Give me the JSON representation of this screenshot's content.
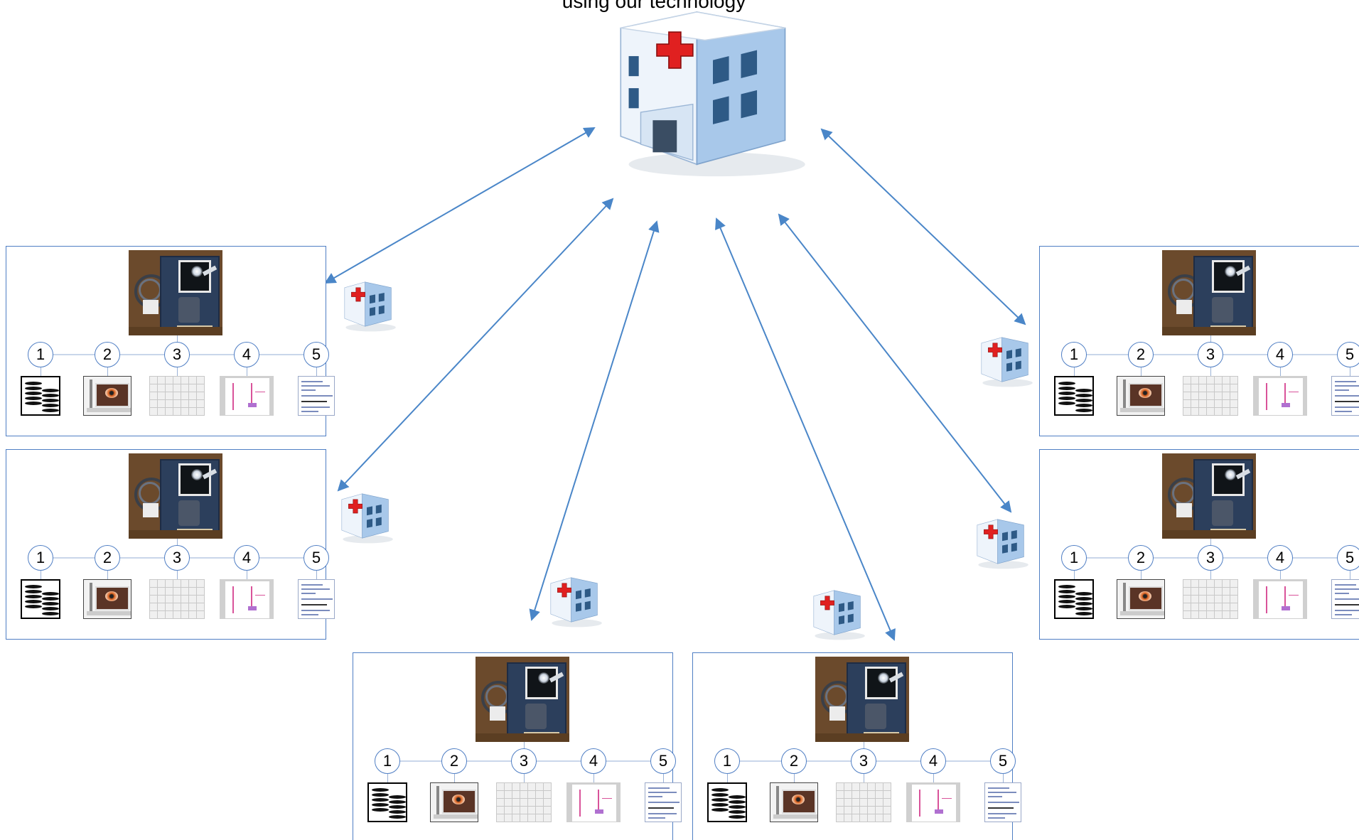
{
  "title": "using our technology",
  "icons": {
    "hospital": "hospital-building-icon",
    "device": "tms-device-photo",
    "step1": "coin-stack-icon",
    "step2": "eye-microscope-icon",
    "step3": "grid-sheet-icon",
    "step4": "chart-sheet-icon",
    "step5": "report-sheet-icon"
  },
  "colors": {
    "border": "#4f7ec4",
    "arrow": "#4a86c8",
    "cross": "#e02020"
  },
  "panels": [
    {
      "name": "panel-left-top",
      "steps": [
        "1",
        "2",
        "3",
        "4",
        "5"
      ]
    },
    {
      "name": "panel-left-middle",
      "steps": [
        "1",
        "2",
        "3",
        "4",
        "5"
      ]
    },
    {
      "name": "panel-bottom-left",
      "steps": [
        "1",
        "2",
        "3",
        "4",
        "5"
      ]
    },
    {
      "name": "panel-bottom-right",
      "steps": [
        "1",
        "2",
        "3",
        "4",
        "5"
      ]
    },
    {
      "name": "panel-right-top",
      "steps": [
        "1",
        "2",
        "3",
        "4",
        "5"
      ]
    },
    {
      "name": "panel-right-middle",
      "steps": [
        "1",
        "2",
        "3",
        "4",
        "5"
      ]
    }
  ]
}
